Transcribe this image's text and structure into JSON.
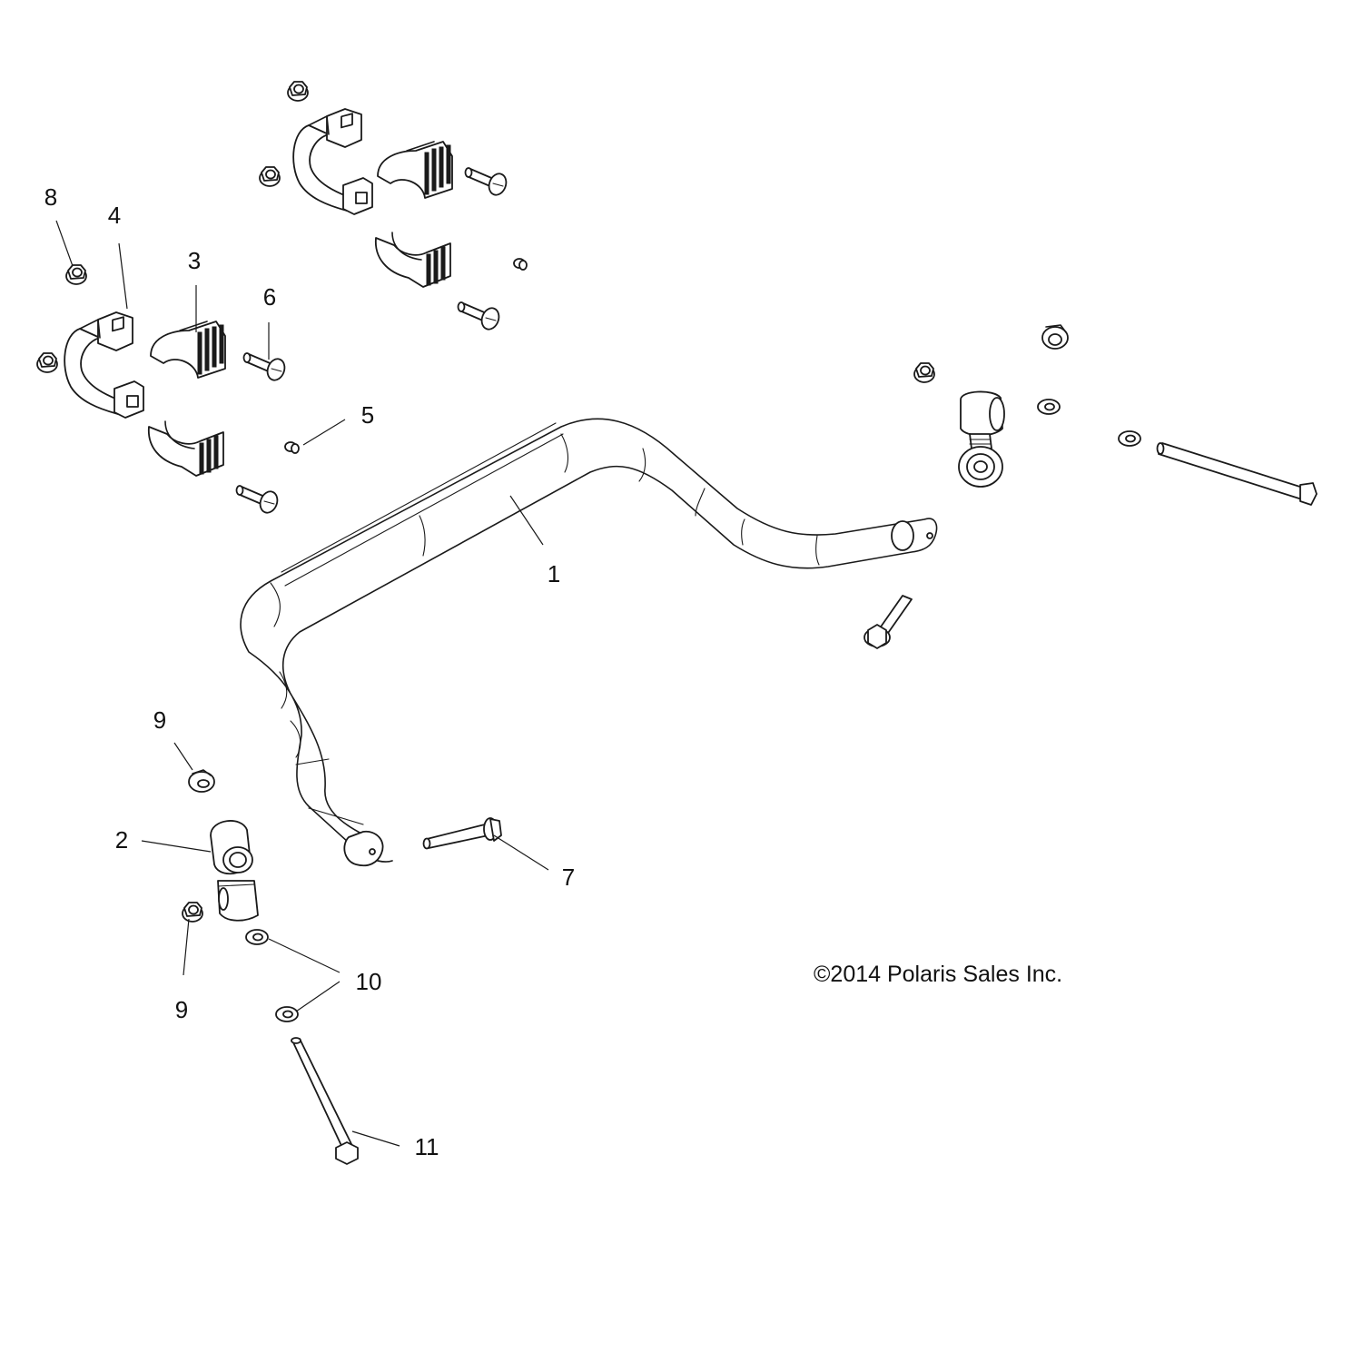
{
  "diagram": {
    "title": "Sway Bar Assembly",
    "copyright": "©2014 Polaris Sales Inc.",
    "callouts": [
      {
        "id": "1",
        "label": "1",
        "part": "sway-bar"
      },
      {
        "id": "2",
        "label": "2",
        "part": "link-arm"
      },
      {
        "id": "3",
        "label": "3",
        "part": "bushing"
      },
      {
        "id": "4",
        "label": "4",
        "part": "bracket"
      },
      {
        "id": "5",
        "label": "5",
        "part": "grease-fitting"
      },
      {
        "id": "6",
        "label": "6",
        "part": "carriage-bolt"
      },
      {
        "id": "7",
        "label": "7",
        "part": "flange-bolt"
      },
      {
        "id": "8",
        "label": "8",
        "part": "flange-nut"
      },
      {
        "id": "9a",
        "label": "9",
        "part": "flange-nut"
      },
      {
        "id": "9b",
        "label": "9",
        "part": "flange-nut"
      },
      {
        "id": "10",
        "label": "10",
        "part": "washer"
      },
      {
        "id": "11",
        "label": "11",
        "part": "long-bolt"
      }
    ]
  }
}
